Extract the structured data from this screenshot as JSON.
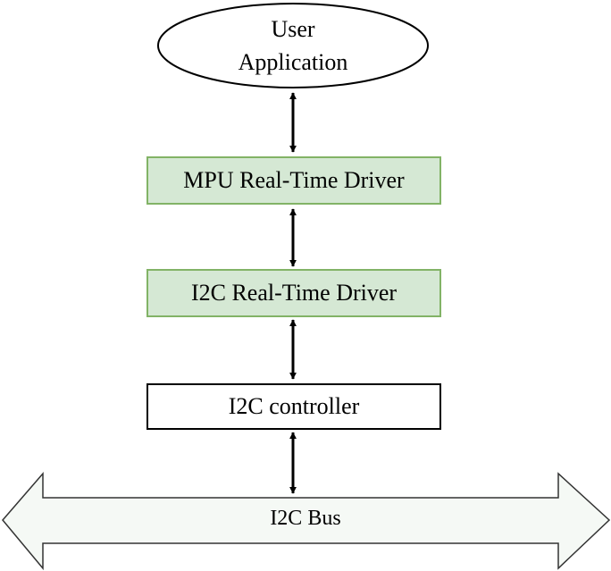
{
  "nodes": {
    "user_application": {
      "line1": "User",
      "line2": "Application",
      "shape": "ellipse"
    },
    "mpu_driver": {
      "label": "MPU Real-Time Driver",
      "fill": "#d5e8d4",
      "stroke": "#82b366"
    },
    "i2c_driver": {
      "label": "I2C Real-Time Driver",
      "fill": "#d5e8d4",
      "stroke": "#82b366"
    },
    "i2c_controller": {
      "label": "I2C controller",
      "fill": "#ffffff",
      "stroke": "#000000"
    },
    "i2c_bus": {
      "label": "I2C Bus",
      "shape": "double-arrow",
      "fill": "#f5f9f5",
      "stroke": "#333333"
    }
  },
  "connections": [
    {
      "from": "user_application",
      "to": "mpu_driver",
      "type": "bidirectional"
    },
    {
      "from": "mpu_driver",
      "to": "i2c_driver",
      "type": "bidirectional"
    },
    {
      "from": "i2c_driver",
      "to": "i2c_controller",
      "type": "bidirectional"
    },
    {
      "from": "i2c_controller",
      "to": "i2c_bus",
      "type": "bidirectional"
    }
  ]
}
